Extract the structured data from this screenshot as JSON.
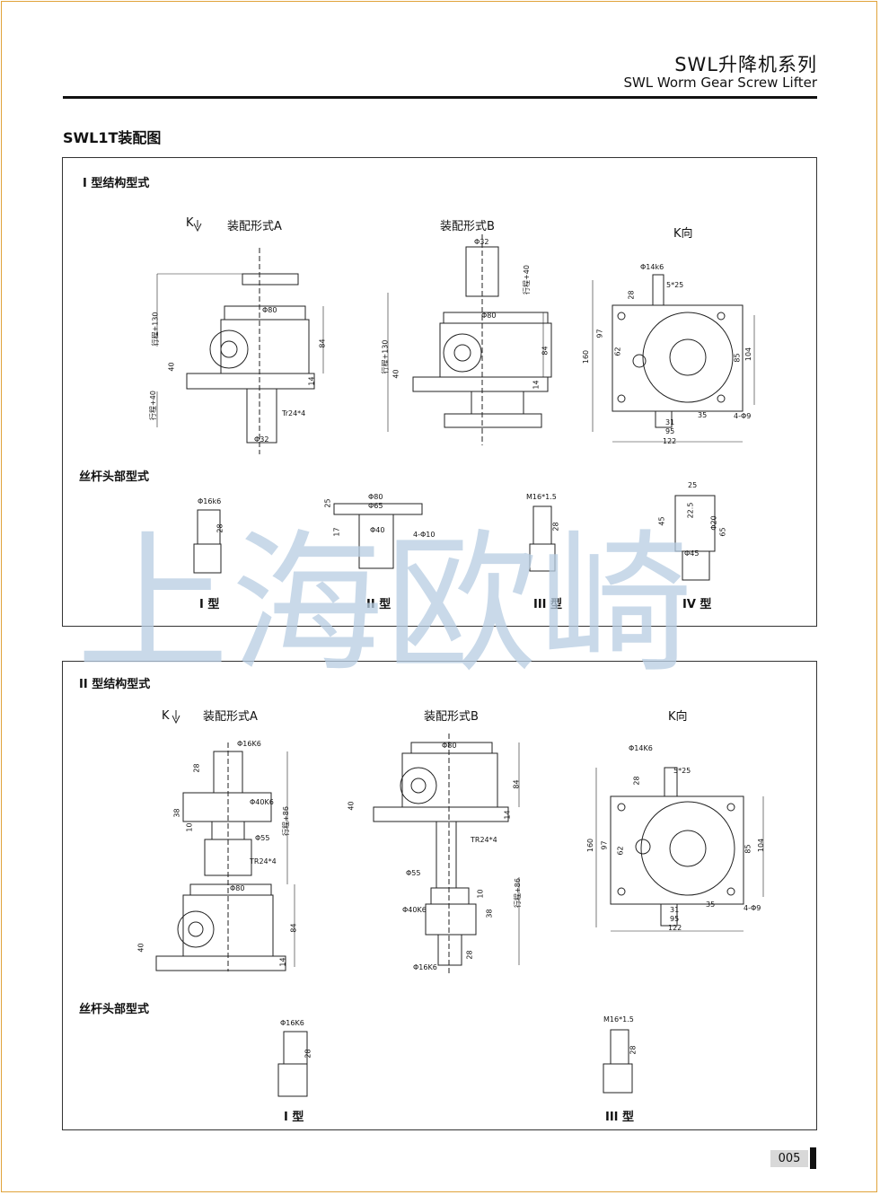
{
  "header": {
    "title_cn": "SWL升降机系列",
    "title_en": "SWL Worm  Gear Screw Lifter"
  },
  "page_title": "SWL1T装配图",
  "panel1": {
    "heading": "I 型结构型式",
    "k_label": "K",
    "form_a": "装配形式A",
    "form_b": "装配形式B",
    "k_view": "K向",
    "screw_heads_title": "丝杆头部型式",
    "dims_a": {
      "d80": "Φ80",
      "stroke130": "行程+130",
      "stroke40": "行程+40",
      "h84": "84",
      "h40": "40",
      "h14": "14",
      "tr": "Tr24*4",
      "d32": "Φ32"
    },
    "dims_b": {
      "d32": "Φ32",
      "stroke40": "行程+40",
      "d80": "Φ80",
      "stroke130": "行程+130",
      "h84": "84",
      "h40": "40",
      "h14": "14"
    },
    "dims_k": {
      "d14": "Φ14k6",
      "h28": "28",
      "key": "5*25",
      "h160": "160",
      "h97": "97",
      "h62": "62",
      "h85": "85",
      "h104": "104",
      "w35": "35",
      "w31": "31",
      "w95": "95",
      "w122": "122",
      "holes": "4-Φ9"
    },
    "heads": {
      "t1": {
        "label": "I 型",
        "d": "Φ16k6",
        "h": "28"
      },
      "t2": {
        "label": "II 型",
        "d80": "Φ80",
        "d65": "Φ65",
        "d40": "Φ40",
        "holes": "4-Φ10",
        "h25": "25",
        "h17": "17"
      },
      "t3": {
        "label": "III 型",
        "thread": "M16*1.5",
        "h": "28"
      },
      "t4": {
        "label": "IV 型",
        "w25": "25",
        "h22": "22.5",
        "h45": "45",
        "d20": "Φ20",
        "h65": "65",
        "d45": "Φ45"
      }
    }
  },
  "panel2": {
    "heading": "II 型结构型式",
    "k_label": "K",
    "form_a": "装配形式A",
    "form_b": "装配形式B",
    "k_view": "K向",
    "screw_heads_title": "丝杆头部型式",
    "dims_a": {
      "d16": "Φ16K6",
      "h28": "28",
      "d40": "Φ40K6",
      "h38": "38",
      "h10": "10",
      "d55": "Φ55",
      "stroke86": "行程+86",
      "tr": "TR24*4",
      "d80": "Φ80",
      "h84": "84",
      "h40": "40",
      "h14": "14"
    },
    "dims_b": {
      "d80": "Φ80",
      "h84": "84",
      "h40": "40",
      "h14": "14",
      "tr": "TR24*4",
      "d55": "Φ55",
      "h10": "10",
      "d40": "Φ40K6",
      "h38": "38",
      "stroke86": "行程+86",
      "h28": "28",
      "d16": "Φ16K6"
    },
    "dims_k": {
      "d14": "Φ14K6",
      "h28": "28",
      "key": "5*25",
      "h160": "160",
      "h97": "97",
      "h62": "62",
      "h85": "85",
      "h104": "104",
      "w35": "35",
      "w31": "31",
      "w95": "95",
      "w122": "122",
      "holes": "4-Φ9"
    },
    "heads": {
      "t1": {
        "label": "I 型",
        "d": "Φ16K6",
        "h": "28"
      },
      "t3": {
        "label": "III 型",
        "thread": "M16*1.5",
        "h": "28"
      }
    }
  },
  "watermark": "上海欧崎",
  "page_number": "005"
}
